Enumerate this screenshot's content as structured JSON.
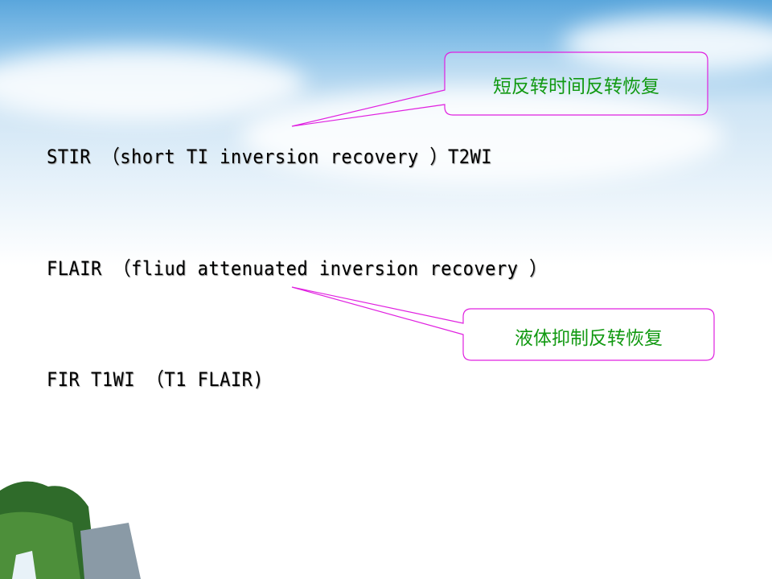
{
  "lines": [
    "STIR （short TI inversion recovery ）T2WI",
    "FLAIR （fliud attenuated inversion recovery ）",
    "FIR T1WI （T1 FLAIR)"
  ],
  "callouts": [
    {
      "text": "短反转时间反转恢复"
    },
    {
      "text": "液体抑制反转恢复"
    }
  ],
  "colors": {
    "callout_border": "#e020e0",
    "callout_text": "#119911"
  }
}
